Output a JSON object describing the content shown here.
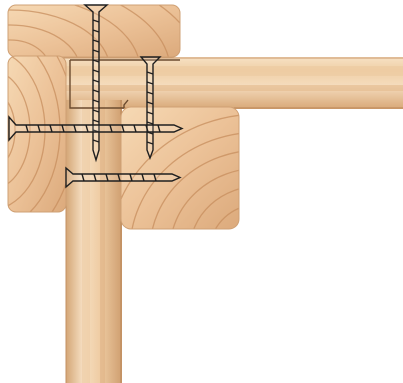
{
  "diagram": {
    "subject": "wood-corner-joint-with-screws",
    "colors": {
      "background": "#ffffff",
      "wood_light": "#f2d4ae",
      "wood_mid": "#e6b98c",
      "wood_dark": "#c89466",
      "wood_shadow": "#b9855a",
      "end_grain": "#e8b98a",
      "end_grain_ring": "#c78e5e",
      "screw": "#1f1f1f"
    },
    "parts": [
      "top-beam-end",
      "left-post-end",
      "right-post-end",
      "horizontal-rail",
      "vertical-post",
      "screw-vertical-long",
      "screw-vertical-short",
      "screw-horizontal-long",
      "screw-horizontal-short"
    ]
  }
}
